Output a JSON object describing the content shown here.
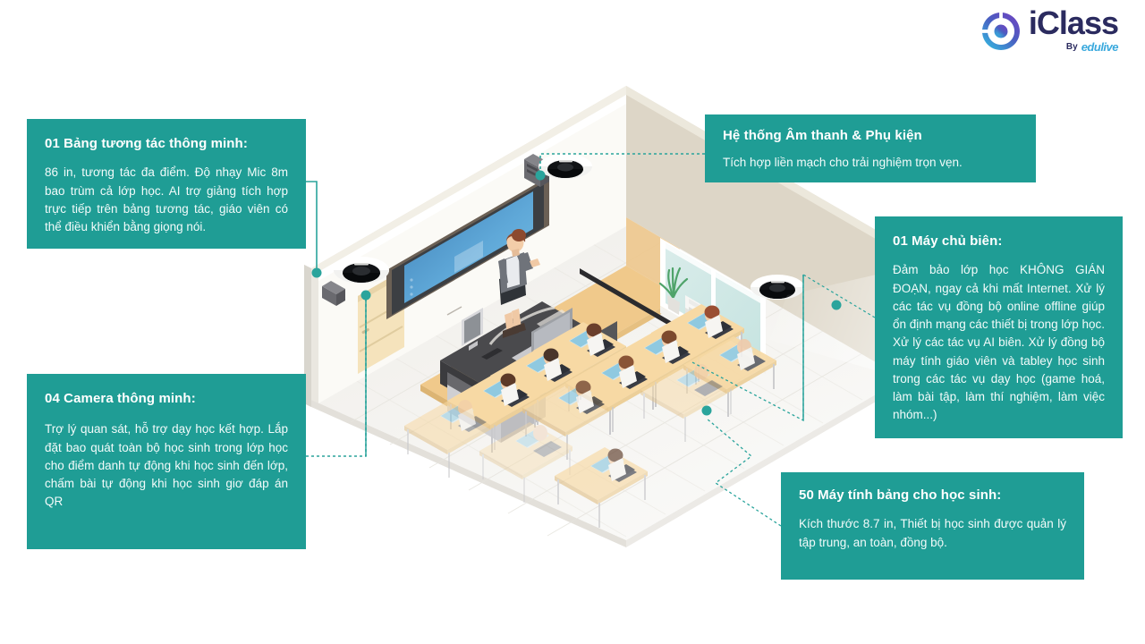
{
  "brand": {
    "name": "iClass",
    "by_label": "By",
    "sub_name": "edulive",
    "logo_icon": "circular-target-logo",
    "colors": {
      "accent": "#1f9d95",
      "logo_dark": "#2b2b5f",
      "logo_blue": "#3aa9dd"
    }
  },
  "boxes": {
    "board": {
      "title": "01 Bảng tương tác thông minh:",
      "body": "86 in, tương tác đa điểm. Độ nhạy Mic 8m bao trùm cả lớp học. AI trợ giảng tích hợp trực tiếp trên bảng tương tác, giáo viên có thể điều khiển bằng giọng nói."
    },
    "audio": {
      "title": "Hệ thống Âm thanh & Phụ kiện",
      "body": "Tích hợp liền mạch cho trải nghiệm trọn vẹn."
    },
    "server": {
      "title": "01 Máy chủ biên:",
      "body": "Đảm bảo lớp học KHÔNG GIÁN ĐOẠN, ngay cả khi mất Internet. Xử lý các tác vụ đồng bộ online offline giúp ổn định mạng các thiết bị trong lớp học. Xử lý các tác vụ AI biên. Xử lý đồng bộ máy tính giáo viên và tabley học sinh trong các tác vụ dạy học (game hoá, làm bài tập, làm thí nghiệm, làm việc nhóm...)"
    },
    "camera": {
      "title": "04 Camera thông minh:",
      "body": "Trợ lý quan sát, hỗ trợ dạy học kết hợp. Lắp đặt bao quát toàn bộ học sinh trong lớp học cho điểm danh tự động khi học sinh đến lớp, chấm bài tự động khi học sinh giơ đáp án QR"
    },
    "tablet": {
      "title": "50 Máy tính bảng cho học sinh:",
      "body": "Kích thước 8.7 in, Thiết bị học sinh được quản lý tập trung, an toàn, đồng bộ."
    }
  },
  "scene": {
    "alt": "Isometric smart classroom with interactive board, teacher, dome cameras, speakers, server, window, air conditioner, plant, door and student desks with tablets",
    "items": [
      "interactive-board",
      "teacher-figure",
      "teacher-desk",
      "laptop",
      "monitor",
      "dome-camera-left",
      "dome-camera-back",
      "dome-camera-right",
      "speaker-left",
      "speaker-back",
      "server-rack",
      "window",
      "air-conditioner",
      "potted-plant",
      "door",
      "student-desks",
      "tablets"
    ]
  }
}
